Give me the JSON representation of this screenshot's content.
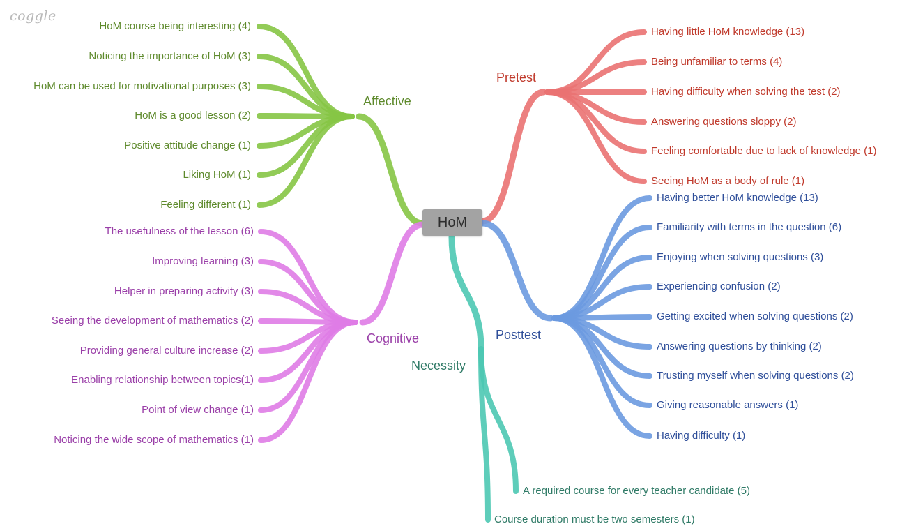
{
  "app": {
    "logo_text": "coggle"
  },
  "central": {
    "label": "HoM"
  },
  "colors": {
    "affective": "#86c545",
    "affective_text": "#5e8a2c",
    "cognitive": "#df7ce6",
    "cognitive_text": "#9a3fa8",
    "pretest": "#ea7272",
    "pretest_text": "#c0392b",
    "posttest": "#6b9ae0",
    "posttest_text": "#2f4f9a",
    "necessity": "#4cc8b2",
    "necessity_text": "#2f7a66",
    "hub": "#a3a3a3"
  },
  "affective": {
    "label": "Affective",
    "items": [
      "HoM course being interesting (4)",
      "Noticing the importance of HoM (3)",
      "HoM can be used for motivational purposes (3)",
      "HoM is a good lesson (2)",
      "Positive attitude change (1)",
      "Liking HoM (1)",
      "Feeling different (1)"
    ]
  },
  "cognitive": {
    "label": "Cognitive",
    "items": [
      "The usefulness of the lesson (6)",
      "Improving learning (3)",
      "Helper in preparing activity (3)",
      "Seeing the development of mathematics (2)",
      "Providing general culture increase (2)",
      "Enabling relationship between topics(1)",
      "Point of view change (1)",
      "Noticing the wide scope of mathematics (1)"
    ]
  },
  "pretest": {
    "label": "Pretest",
    "items": [
      "Having little HoM knowledge (13)",
      "Being unfamiliar to terms (4)",
      "Having difficulty when solving the test (2)",
      "Answering questions sloppy (2)",
      "Feeling comfortable due to lack of knowledge (1)",
      "Seeing HoM as a body of rule (1)"
    ]
  },
  "posttest": {
    "label": "Posttest",
    "items": [
      "Having better HoM knowledge (13)",
      "Familiarity with terms in the question (6)",
      "Enjoying when solving questions (3)",
      "Experiencing confusion (2)",
      "Getting excited when solving questions (2)",
      "Answering questions by thinking (2)",
      "Trusting myself when solving questions (2)",
      "Giving reasonable answers (1)",
      "Having difficulty (1)"
    ]
  },
  "necessity": {
    "label": "Necessity",
    "items": [
      "A required course for every teacher candidate (5)",
      "Course duration must be two semesters (1)"
    ]
  }
}
